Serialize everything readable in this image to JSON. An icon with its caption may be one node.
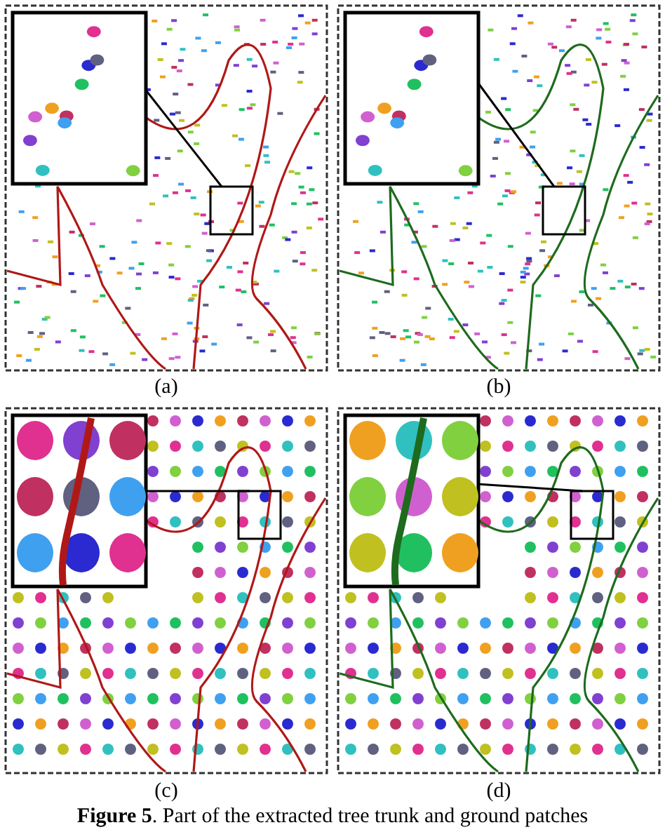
{
  "diagram": {
    "caption": "**Figure 5**. Part of the extracted tree trunk and ground patches",
    "labels": [
      "(a)",
      "(b)",
      "(c)",
      "(d)"
    ]
  }
}
